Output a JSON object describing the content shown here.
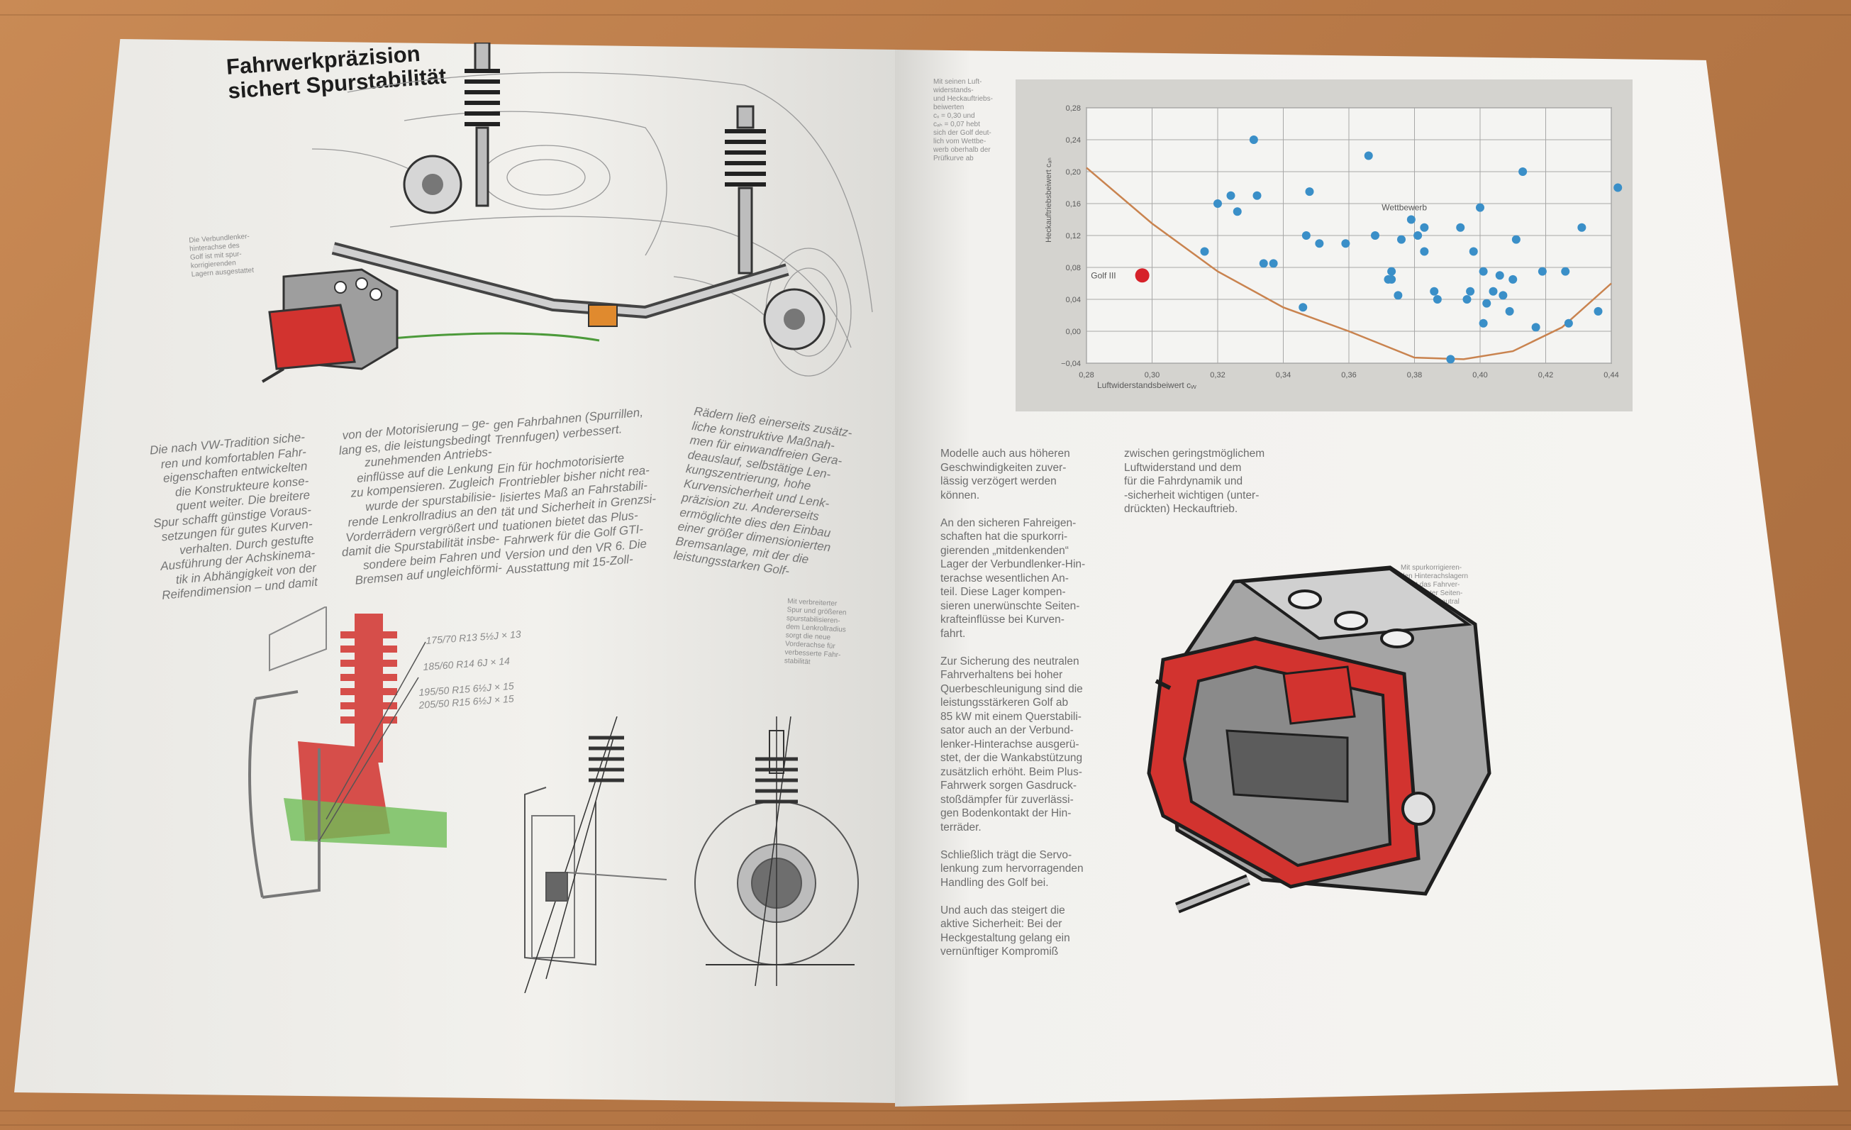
{
  "left_page": {
    "title_line1": "Fahrwerkpräzision",
    "title_line2": "sichert Spurstabilität",
    "caption_top": "Die Verbundlenker-\nhinterachse des\nGolf ist mit spur-\nkorrigierenden\nLagern ausgestattet",
    "col1": "Die nach VW-Tradition siche-\nren und komfortablen Fahr-\neigenschaften entwickelten\ndie Konstrukteure konse-\nquent weiter. Die breitere\nSpur schafft günstige Voraus-\nsetzungen für gutes Kurven-\nverhalten. Durch gestufte\nAusführung der Achskinema-\ntik in Abhängigkeit von der\nReifendimension – und damit",
    "col2": "von der Motorisierung – ge-\nlang es, die leistungsbedingt\nzunehmenden Antriebs-\neinflüsse auf die Lenkung\nzu kompensieren. Zugleich\nwurde der spurstabilisie-\nrende Lenkrollradius an den\nVorderrädern vergrößert und\ndamit die Spurstabilität insbe-\nsondere beim Fahren und\nBremsen auf ungleichförmi-",
    "col3": "gen Fahrbahnen (Spurrillen,\nTrennfugen) verbessert.\n\nEin für hochmotorisierte\nFrontriebler bisher nicht rea-\nlisiertes Maß an Fahrstabili-\ntät und Sicherheit in Grenzsi-\ntuationen bietet das Plus-\nFahrwerk für die Golf GTI-\nVersion und den VR 6. Die\nAusstattung mit 15-Zoll-",
    "col4": "Rädern ließ einerseits zusätz-\nliche konstruktive Maßnah-\nmen für einwandfreien Gera-\ndeauslauf, selbstätige Len-\nkungszentrierung, hohe\nKurvensicherheit und Lenk-\npräzision zu. Andererseits\nermöglichte dies den Einbau\neiner größer dimensionierten\nBremsanlage, mit der die\nleistungsstarken Golf-",
    "caption_mid": "Mit verbreiterter\nSpur und größeren\nspurstabilisieren-\ndem Lenkrollradius\nsorgt die neue\nVorderachse für\nverbesserte Fahr-\nstabilität",
    "tire_sizes": [
      "175/70 R13 5½J × 13",
      "185/60 R14 6J × 14",
      "195/50 R15 6½J × 15",
      "205/50 R15 6½J × 15"
    ]
  },
  "right_page": {
    "caption_chart": "Mit seinen Luft-\nwiderstands-\nund Heckauftriebs-\nbeiwerten\ncₓ = 0,30 und\ncₐₕ = 0,07 hebt\nsich der Golf deut-\nlich vom Wettbe-\nwerb oberhalb der\nPrüfkurve ab",
    "col1": "Modelle auch aus höheren\nGeschwindigkeiten zuver-\nlässig verzögert werden\nkönnen.\n\nAn den sicheren Fahreigen-\nschaften hat die spurkorri-\ngierenden „mitdenkenden“\nLager der Verbundlenker-Hin-\nterachse wesentlichen An-\nteil. Diese Lager kompen-\nsieren unerwünschte Seiten-\nkrafteinflüsse bei Kurven-\nfahrt.\n\nZur Sicherung des neutralen\nFahrverhaltens bei hoher\nQuerbeschleunigung sind die\nleistungsstärkeren Golf ab\n85 kW mit einem Querstabili-\nsator auch an der Verbund-\nlenker-Hinterachse ausgerü-\nstet, der die Wankabstützung\nzusätzlich erhöht. Beim Plus-\nFahrwerk sorgen Gasdruck-\nstoßdämpfer für zuverlässi-\ngen Bodenkontakt der Hin-\nterräder.\n\nSchließlich trägt die Servo-\nlenkung zum hervorragenden\nHandling des Golf bei.\n\nUnd auch das steigert die\naktive Sicherheit: Bei der\nHeckgestaltung gelang ein\nvernünftiger Kompromiß",
    "col2": "zwischen geringstmöglichem\nLuftwiderstand und dem\nfür die Fahrdynamik und\n-sicherheit wichtigen (unter-\ndrückten) Heckauftrieb.",
    "caption_bearing": "Mit spurkorrigieren-\nden Hinterachslagern\nbleibt das Fahrver-\nhalten unter Seiten-\nkrafteinfluß neutral"
  },
  "chart_data": {
    "type": "scatter",
    "xlabel": "Luftwiderstandsbeiwert cᵥᵥ",
    "ylabel": "Heckauftriebsbeiwert cₐₕ",
    "xlim": [
      0.28,
      0.44
    ],
    "ylim": [
      -0.04,
      0.28
    ],
    "x_ticks": [
      "0,28",
      "0,30",
      "0,32",
      "0,34",
      "0,36",
      "0,38",
      "0,40",
      "0,42",
      "0,44"
    ],
    "y_ticks": [
      "0,28",
      "0,24",
      "0,20",
      "0,16",
      "0,12",
      "0,08",
      "0,04",
      "0,00",
      "−0,04"
    ],
    "grid": true,
    "series": [
      {
        "name": "Golf III",
        "color": "#d6222a",
        "points": [
          [
            0.297,
            0.07
          ]
        ]
      },
      {
        "name": "Wettbewerb",
        "color": "#3a8fc8",
        "points": [
          [
            0.316,
            0.1
          ],
          [
            0.32,
            0.16
          ],
          [
            0.324,
            0.17
          ],
          [
            0.326,
            0.15
          ],
          [
            0.331,
            0.24
          ],
          [
            0.332,
            0.17
          ],
          [
            0.334,
            0.085
          ],
          [
            0.337,
            0.085
          ],
          [
            0.346,
            0.03
          ],
          [
            0.348,
            0.175
          ],
          [
            0.347,
            0.12
          ],
          [
            0.351,
            0.11
          ],
          [
            0.359,
            0.11
          ],
          [
            0.366,
            0.22
          ],
          [
            0.368,
            0.12
          ],
          [
            0.372,
            0.065
          ],
          [
            0.373,
            0.075
          ],
          [
            0.373,
            0.065
          ],
          [
            0.375,
            0.045
          ],
          [
            0.376,
            0.115
          ],
          [
            0.379,
            0.14
          ],
          [
            0.381,
            0.12
          ],
          [
            0.383,
            0.1
          ],
          [
            0.383,
            0.13
          ],
          [
            0.386,
            0.05
          ],
          [
            0.387,
            0.04
          ],
          [
            0.391,
            -0.035
          ],
          [
            0.394,
            0.13
          ],
          [
            0.396,
            0.04
          ],
          [
            0.397,
            0.05
          ],
          [
            0.398,
            0.1
          ],
          [
            0.4,
            0.155
          ],
          [
            0.401,
            0.075
          ],
          [
            0.401,
            0.01
          ],
          [
            0.402,
            0.035
          ],
          [
            0.404,
            0.05
          ],
          [
            0.406,
            0.07
          ],
          [
            0.407,
            0.045
          ],
          [
            0.409,
            0.025
          ],
          [
            0.41,
            0.065
          ],
          [
            0.411,
            0.115
          ],
          [
            0.413,
            0.2
          ],
          [
            0.417,
            0.005
          ],
          [
            0.419,
            0.075
          ],
          [
            0.426,
            0.075
          ],
          [
            0.427,
            0.01
          ],
          [
            0.431,
            0.13
          ],
          [
            0.436,
            0.025
          ],
          [
            0.442,
            0.18
          ]
        ]
      }
    ],
    "curve_color": "#c9834f",
    "curve": [
      [
        0.28,
        0.205
      ],
      [
        0.3,
        0.135
      ],
      [
        0.32,
        0.075
      ],
      [
        0.34,
        0.03
      ],
      [
        0.36,
        0.0
      ],
      [
        0.38,
        -0.033
      ],
      [
        0.395,
        -0.035
      ],
      [
        0.41,
        -0.025
      ],
      [
        0.425,
        0.005
      ],
      [
        0.44,
        0.06
      ]
    ],
    "annotations": [
      {
        "text": "Golf III",
        "x": 0.289,
        "y": 0.07
      },
      {
        "text": "Wettbewerb",
        "x": 0.37,
        "y": 0.155
      }
    ]
  },
  "colors": {
    "red_part": "#d2332f",
    "green_part": "#5fae4a",
    "blue_points": "#3a8fc8",
    "curve": "#c9834f"
  }
}
